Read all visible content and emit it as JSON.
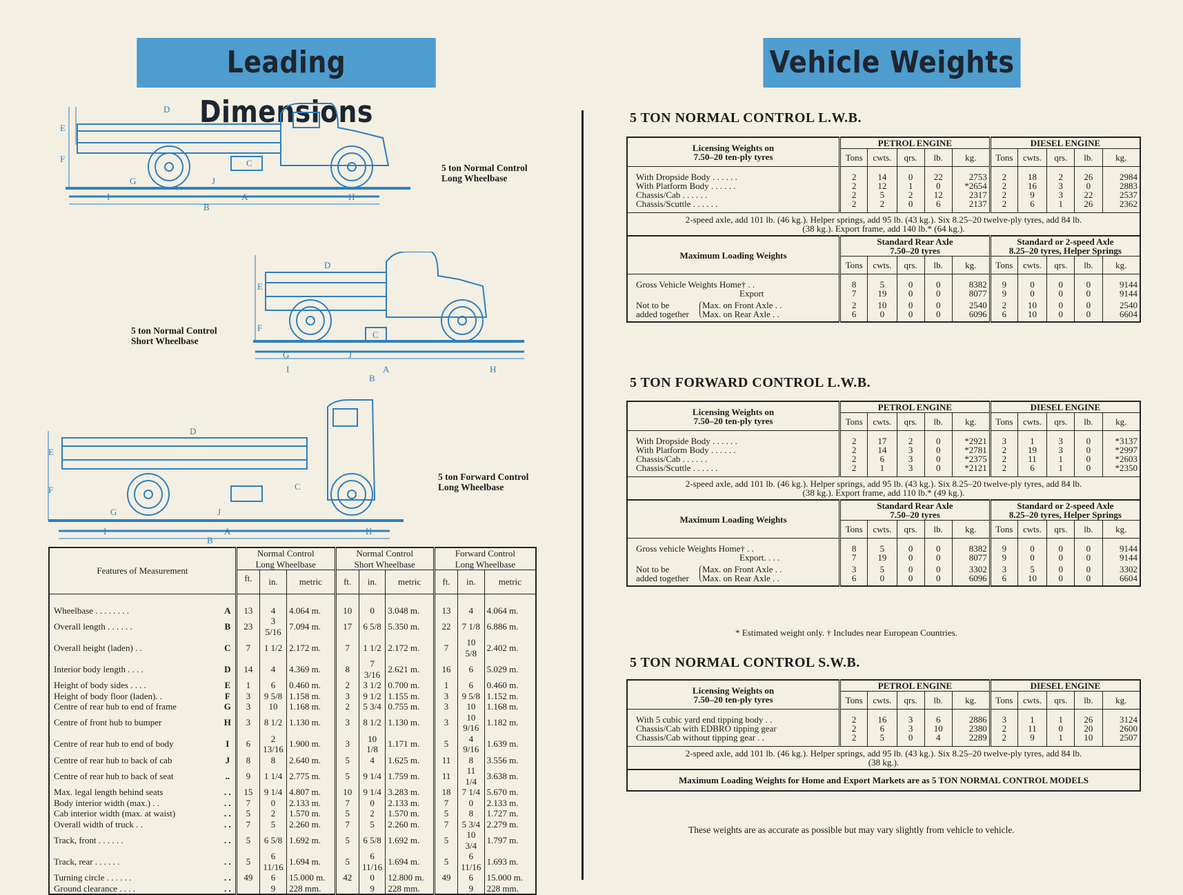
{
  "left": {
    "banner": "Leading Dimensions",
    "captions": {
      "nc_lwb": [
        "5 ton Normal Control",
        "Long Wheelbase"
      ],
      "nc_swb": [
        "5 ton Normal Control",
        "Short Wheelbase"
      ],
      "fc_lwb": [
        "5 ton Forward Control",
        "Long Wheelbase"
      ]
    },
    "dim_letters": {
      "a": "A",
      "b": "B",
      "c": "C",
      "d": "D",
      "e": "E",
      "f": "F",
      "g": "G",
      "h": "H",
      "i": "I",
      "j": "J"
    },
    "table": {
      "features_header": "Features of Measurement",
      "groups": [
        "Normal Control",
        "Long Wheelbase",
        "Normal Control",
        "Short Wheelbase",
        "Forward Control",
        "Long Wheelbase"
      ],
      "units": [
        "ft.",
        "in.",
        "metric"
      ],
      "rows": [
        [
          "Wheelbase . .   . .   . .   . .",
          "A",
          "13",
          "4",
          "4.064 m.",
          "10",
          "0",
          "3.048 m.",
          "13",
          "4",
          "4.064 m."
        ],
        [
          "Overall length . .   . .   . .",
          "B",
          "23",
          "3 5/16",
          "7.094 m.",
          "17",
          "6 5/8",
          "5.350 m.",
          "22",
          "7 1/8",
          "6.886 m."
        ],
        [
          "Overall height (laden)   . .",
          "C",
          "7",
          "1 1/2",
          "2.172 m.",
          "7",
          "1 1/2",
          "2.172 m.",
          "7",
          "10 5/8",
          "2.402 m."
        ],
        [
          "Interior body length . .   . .",
          "D",
          "14",
          "4",
          "4.369 m.",
          "8",
          "7 3/16",
          "2.621 m.",
          "16",
          "6",
          "5.029 m."
        ],
        [
          "Height of body sides . .   . .",
          "E",
          "1",
          "6",
          "0.460 m.",
          "2",
          "3 1/2",
          "0.700 m.",
          "1",
          "6",
          "0.460 m."
        ],
        [
          "Height of body floor (laden). .",
          "F",
          "3",
          "9 5/8",
          "1.158 m.",
          "3",
          "9 1/2",
          "1.155 m.",
          "3",
          "9 5/8",
          "1.152 m."
        ],
        [
          "Centre of rear hub to end of frame",
          "G",
          "3",
          "10",
          "1.168 m.",
          "2",
          "5 3/4",
          "0.755 m.",
          "3",
          "10",
          "1.168 m."
        ],
        [
          "Centre of front hub to bumper",
          "H",
          "3",
          "8 1/2",
          "1.130 m.",
          "3",
          "8 1/2",
          "1.130 m.",
          "3",
          "10 9/16",
          "1.182 m."
        ],
        [
          "Centre of rear hub to end of body",
          "I",
          "6",
          "2 13/16",
          "1.900 m.",
          "3",
          "10 1/8",
          "1.171 m.",
          "5",
          "4 9/16",
          "1.639 m."
        ],
        [
          "Centre of rear hub to back of cab",
          "J",
          "8",
          "8",
          "2.640 m.",
          "5",
          "4",
          "1.625 m.",
          "11",
          "8",
          "3.556 m."
        ],
        [
          "Centre of rear hub to back of seat",
          "..",
          "9",
          "1 1/4",
          "2.775 m.",
          "5",
          "9 1/4",
          "1.759 m.",
          "11",
          "11 1/4",
          "3.638 m."
        ],
        [
          "Max. legal length behind seats",
          ". .",
          "15",
          "9 1/4",
          "4.807 m.",
          "10",
          "9 1/4",
          "3.283 m.",
          "18",
          "7 1/4",
          "5.670 m."
        ],
        [
          "Body interior width (max.) . .",
          ". .",
          "7",
          "0",
          "2.133 m.",
          "7",
          "0",
          "2.133 m.",
          "7",
          "0",
          "2.133 m."
        ],
        [
          "Cab interior width (max. at waist)",
          ". .",
          "5",
          "2",
          "1.570 m.",
          "5",
          "2",
          "1.570 m.",
          "5",
          "8",
          "1.727 m."
        ],
        [
          "Overall width of truck   . .",
          ". .",
          "7",
          "5",
          "2.260 m.",
          "7",
          "5",
          "2.260 m.",
          "7",
          "5 3/4",
          "2.279 m."
        ],
        [
          "Track, front   . .   . .   . .",
          ". .",
          "5",
          "6 5/8",
          "1.692 m.",
          "5",
          "6 5/8",
          "1.692 m.",
          "5",
          "10 3/4",
          "1.797 m."
        ],
        [
          "Track, rear   . .   . .   . .",
          ". .",
          "5",
          "6 11/16",
          "1.694 m.",
          "5",
          "6 11/16",
          "1.694 m.",
          "5",
          "6 11/16",
          "1.693 m."
        ],
        [
          "Turning circle . .   . .   . .",
          ". .",
          "49",
          "6",
          "15.000 m.",
          "42",
          "0",
          "12.800 m.",
          "49",
          "6",
          "15.000 m."
        ],
        [
          "Ground clearance   . .   . .",
          ". .",
          "",
          "9",
          "228 mm.",
          "",
          "9",
          "228 mm.",
          "",
          "9",
          "228 mm."
        ]
      ]
    }
  },
  "right": {
    "banner": "Vehicle Weights",
    "common": {
      "lic_label": [
        "Licensing Weights on",
        "7.50–20  ten-ply  tyres"
      ],
      "petrol": "PETROL ENGINE",
      "diesel": "DIESEL ENGINE",
      "units": [
        "Tons",
        "cwts.",
        "qrs.",
        "lb.",
        "kg."
      ],
      "max_label": "Maximum Loading Weights",
      "std_rear": [
        "Standard Rear Axle",
        "7.50–20 tyres"
      ],
      "std_2speed": [
        "Standard or 2-speed Axle",
        "8.25–20 tyres, Helper Springs"
      ],
      "gross_home": "Gross Vehicle Weights   Home†   . .",
      "gross_home_fc": "Gross vehicle Weights   Home†   . .",
      "export": "Export",
      "export_fc": "Export. .   . .",
      "not_to_be": "Not to be",
      "added_together": "added together",
      "front_axle": "Max. on Front Axle . .",
      "rear_axle": "Max. on Rear Axle . ."
    },
    "s1": {
      "title": "5 TON NORMAL CONTROL L.W.B.",
      "labels": [
        "With Dropside Body   . .   . .   . .",
        "With Platform Body   . .   . .   . .",
        "Chassis/Cab   . .   . .   . .",
        "Chassis/Scuttle   . .   . .   . ."
      ],
      "petrol": [
        [
          "2",
          "2",
          "2",
          "2"
        ],
        [
          "14",
          "12",
          "5",
          "2"
        ],
        [
          "0",
          "1",
          "2",
          "0"
        ],
        [
          "22",
          "0",
          "12",
          "6"
        ],
        [
          "2753",
          "*2654",
          "2317",
          "2137"
        ]
      ],
      "diesel": [
        [
          "2",
          "2",
          "2",
          "2"
        ],
        [
          "18",
          "16",
          "9",
          "6"
        ],
        [
          "2",
          "3",
          "3",
          "1"
        ],
        [
          "26",
          "0",
          "22",
          "26"
        ],
        [
          "2984",
          "2883",
          "2537",
          "2362"
        ]
      ],
      "note": [
        "2-speed axle, add 101 lb. (46 kg.).  Helper springs, add 95 lb. (43 kg.).  Six 8.25–20 twelve-ply tyres, add 84 lb.",
        "(38 kg.).   Export frame, add 140 lb.* (64 kg.)."
      ],
      "max_std": [
        [
          "8",
          "7",
          "2",
          "6"
        ],
        [
          "5",
          "19",
          "10",
          "0"
        ],
        [
          "0",
          "0",
          "0",
          "0"
        ],
        [
          "0",
          "0",
          "0",
          "0"
        ],
        [
          "8382",
          "8077",
          "2540",
          "6096"
        ]
      ],
      "max_2sp": [
        [
          "9",
          "9",
          "2",
          "6"
        ],
        [
          "0",
          "0",
          "10",
          "10"
        ],
        [
          "0",
          "0",
          "0",
          "0"
        ],
        [
          "0",
          "0",
          "0",
          "0"
        ],
        [
          "9144",
          "9144",
          "2540",
          "6604"
        ]
      ]
    },
    "s2": {
      "title": "5 TON FORWARD CONTROL L.W.B.",
      "labels": [
        "With Dropside Body   . .   . .   . .",
        "With Platform Body   . .   . .   . .",
        "Chassis/Cab   . .   . .   . .",
        "Chassis/Scuttle   . .   . .   . ."
      ],
      "petrol": [
        [
          "2",
          "2",
          "2",
          "2"
        ],
        [
          "17",
          "14",
          "6",
          "1"
        ],
        [
          "2",
          "3",
          "3",
          "3"
        ],
        [
          "0",
          "0",
          "0",
          "0"
        ],
        [
          "*2921",
          "*2781",
          "*2375",
          "*2121"
        ]
      ],
      "diesel": [
        [
          "3",
          "2",
          "2",
          "2"
        ],
        [
          "1",
          "19",
          "11",
          "6"
        ],
        [
          "3",
          "3",
          "1",
          "1"
        ],
        [
          "0",
          "0",
          "0",
          "0"
        ],
        [
          "*3137",
          "*2997",
          "*2603",
          "*2350"
        ]
      ],
      "note": [
        "2-speed axle, add 101 lb. (46 kg.).  Helper springs, add 95 lb. (43 kg.).  Six 8.25–20 twelve-ply tyres, add 84 lb.",
        "(38 kg.).   Export frame, add 110 lb.* (49 kg.)."
      ],
      "max_std": [
        [
          "8",
          "7",
          "3",
          "6"
        ],
        [
          "5",
          "19",
          "5",
          "0"
        ],
        [
          "0",
          "0",
          "0",
          "0"
        ],
        [
          "0",
          "0",
          "0",
          "0"
        ],
        [
          "8382",
          "8077",
          "3302",
          "6096"
        ]
      ],
      "max_2sp": [
        [
          "9",
          "9",
          "3",
          "6"
        ],
        [
          "0",
          "0",
          "5",
          "10"
        ],
        [
          "0",
          "0",
          "0",
          "0"
        ],
        [
          "0",
          "0",
          "0",
          "0"
        ],
        [
          "9144",
          "9144",
          "3302",
          "6604"
        ]
      ]
    },
    "footnote1": "* Estimated weight only.        † Includes near European Countries.",
    "s3": {
      "title": "5 TON NORMAL CONTROL S.W.B.",
      "labels": [
        "With 5 cubic yard end tipping body  . .",
        "Chassis/Cab with EDBRO tipping gear",
        "Chassis/Cab without tipping gear   . ."
      ],
      "petrol": [
        [
          "2",
          "2",
          "2"
        ],
        [
          "16",
          "6",
          "5"
        ],
        [
          "3",
          "3",
          "0"
        ],
        [
          "6",
          "10",
          "4"
        ],
        [
          "2886",
          "2380",
          "2289"
        ]
      ],
      "diesel": [
        [
          "3",
          "2",
          "2"
        ],
        [
          "1",
          "11",
          "9"
        ],
        [
          "1",
          "0",
          "1"
        ],
        [
          "26",
          "20",
          "10"
        ],
        [
          "3124",
          "2600",
          "2507"
        ]
      ],
      "note": [
        "2-speed axle, add 101 lb. (46 kg.).  Helper springs, add 95 lb. (43 kg.).  Six 8.25–20 twelve-ply tyres, add 84 lb.",
        "(38 kg.)."
      ],
      "max_note": "Maximum Loading Weights for Home and Export Markets are as 5 TON NORMAL CONTROL MODELS"
    },
    "footnote2": "These weights are as accurate as possible but may vary slightly from vehicle to vehicle."
  }
}
